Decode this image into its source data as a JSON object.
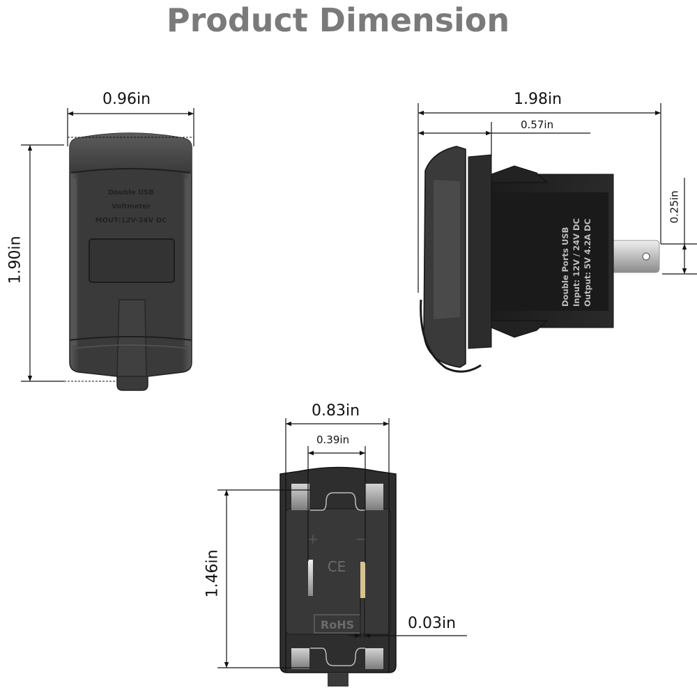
{
  "title": "Product Dimension",
  "views": {
    "front": {
      "width_label": "0.96in",
      "height_label": "1.90in",
      "embossed_text": [
        "Double USB",
        "Voltmeter",
        "MOUT:12V-24V DC"
      ]
    },
    "side": {
      "depth_label": "1.98in",
      "bezel_label": "0.57in",
      "terminal_label": "0.25in",
      "printed_text": [
        "Double Ports USB",
        "Input:  12V / 24V DC",
        "Output:  5V  4.2A  DC"
      ]
    },
    "back": {
      "width_label": "0.83in",
      "terminal_spacing_label": "0.39in",
      "height_label": "1.46in",
      "terminal_thickness_label": "0.03in",
      "markings": {
        "plus": "+",
        "minus": "−",
        "ce": "CE",
        "rohs": "RoHS"
      }
    }
  },
  "colors": {
    "title": "#7a7a7a",
    "body_dark": "#2b2b2b",
    "body_mid": "#3c3c3c",
    "terminal_metal": "#d8d8d8",
    "dim_line": "#111111"
  }
}
